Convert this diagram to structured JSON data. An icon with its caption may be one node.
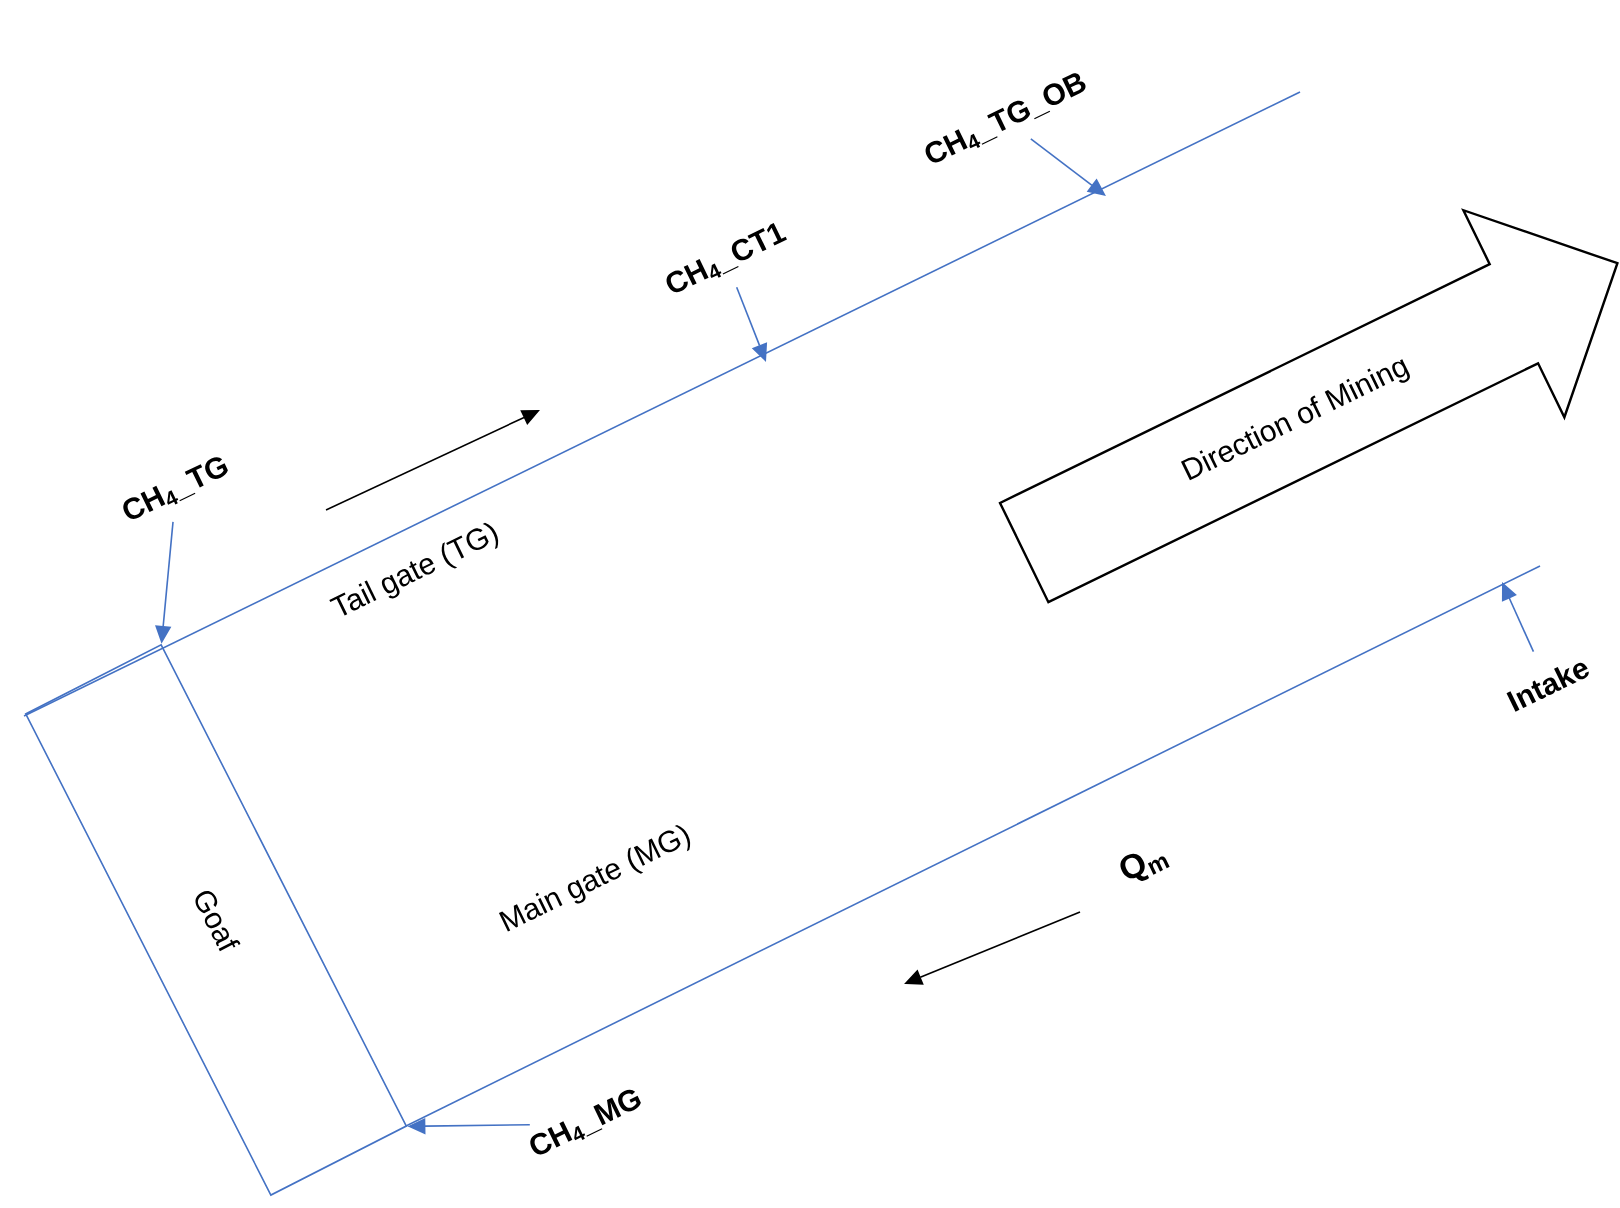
{
  "diagram": {
    "nodes": [
      {
        "text": [
          "CH$_{4}$_TG"
        ]
      },
      {
        "text": [
          "CH$_{4}$_CT1"
        ]
      },
      {
        "text": [
          "CH$_{4}$_TG_OB"
        ]
      },
      {
        "text": [
          "CH$_{4}$_MG"
        ]
      },
      {
        "text": [
          "Intake"
        ]
      },
      {
        "text": [
          "Goaf"
        ]
      },
      {
        "text": [
          "Direction of Mining"
        ]
      }
    ],
    "edges": [
      {
        "from": 0,
        "to": 5,
        "arrow": "to"
      },
      {
        "from": 1,
        "to": null,
        "arrow": "to"
      },
      {
        "from": 2,
        "to": null,
        "arrow": "to"
      },
      {
        "from": 3,
        "to": 5,
        "arrow": "to"
      },
      {
        "from": 4,
        "to": null,
        "arrow": "to"
      }
    ],
    "labels": [
      "Tail gate (TG)",
      "Main gate (MG)",
      "Q$_{m}$"
    ]
  }
}
